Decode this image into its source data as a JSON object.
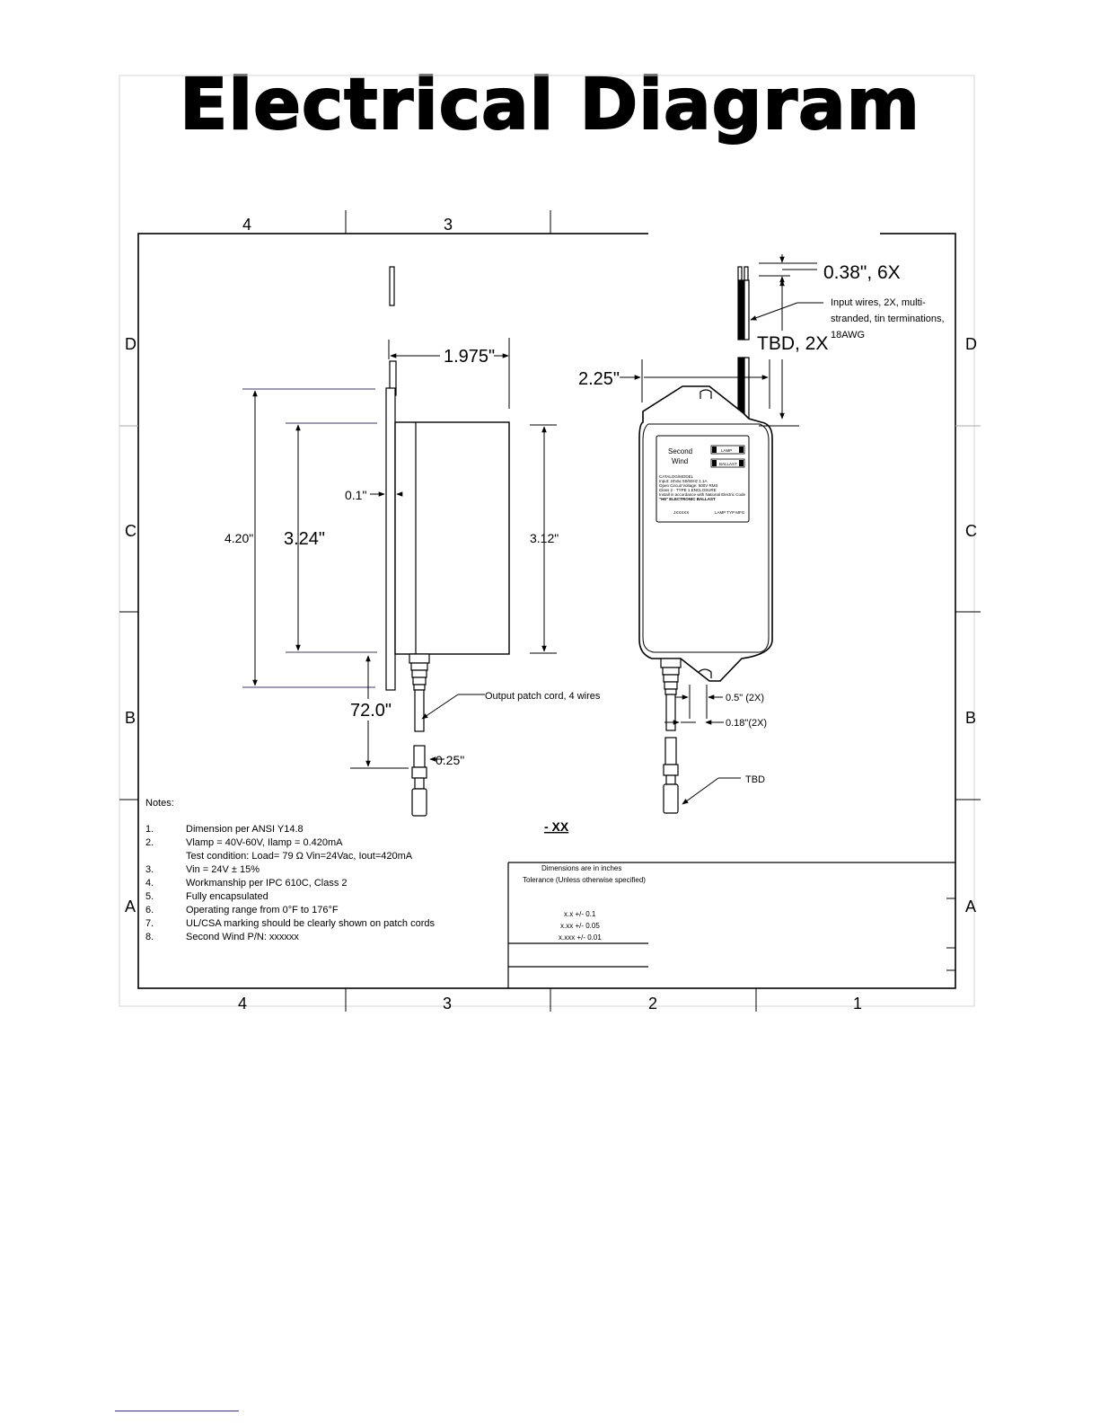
{
  "page": {
    "title": "Electrical Diagram"
  },
  "border": {
    "columns": [
      "4",
      "3",
      "2",
      "1"
    ],
    "rows": [
      "D",
      "C",
      "B",
      "A"
    ]
  },
  "side_view": {
    "dim_depth": "1.975\"",
    "dim_flange": "0.1\"",
    "dim_mount_height": "4.20\"",
    "dim_body_height": "3.24\"",
    "dim_right_height": "3.12\"",
    "dim_cord_length": "72.0\"",
    "dim_cord_dia": "0.25\"",
    "callout_output": "Output patch cord, 4 wires"
  },
  "front_view": {
    "dim_wire_spacing": "0.38\", 6X",
    "dim_lead_length": "TBD, 2X",
    "dim_lead_offset": "2.25\"",
    "callout_input": [
      "Input wires, 2X, multi-",
      "stranded, tin terminations,",
      "18AWG"
    ],
    "dim_slot_width": "0.5\" (2X)",
    "dim_slot_gap": "0.18\"(2X)",
    "callout_tbd": "TBD",
    "label": {
      "brand_line1": "Second",
      "brand_line2": "Wind",
      "lamp_tag": "LAMP",
      "ballast_tag": "BALLAST",
      "spec_lines": [
        "CATALOG/MODEL",
        "Input: 24Vac 50/60Hz 1.1A",
        "Open Circuit Voltage: 500V RMS",
        "Class 2 - TYPE 1 ENCLOSURE",
        "Install in accordance with National Electric Code",
        "\"H6\" ELECTRONIC BALLAST"
      ],
      "footer_left": "JXXXXX",
      "footer_right": "LAMP TYP  MFG"
    }
  },
  "notes": {
    "heading": "Notes:",
    "items": [
      {
        "num": "1.",
        "text": "Dimension per ANSI Y14.8"
      },
      {
        "num": "2.",
        "text": "Vlamp = 40V-60V, Ilamp = 0.420mA"
      },
      {
        "num": "",
        "text": "Test condition: Load= 79 Ω Vin=24Vac, Iout=420mA"
      },
      {
        "num": "3.",
        "text": "Vin = 24V ± 15%"
      },
      {
        "num": "4.",
        "text": "Workmanship per IPC 610C, Class 2"
      },
      {
        "num": "5.",
        "text": "Fully encapsulated"
      },
      {
        "num": "6.",
        "text": "Operating range from 0°F to 176°F"
      },
      {
        "num": "7.",
        "text": "UL/CSA marking should be clearly shown on patch cords"
      },
      {
        "num": "8.",
        "text": "Second Wind P/N:  xxxxxx"
      }
    ],
    "part_suffix": "- XX"
  },
  "title_block": {
    "line1": "Dimensions are in inches",
    "line2": "Tolerance (Unless otherwise specified)",
    "tol1": "x.x   +/- 0.1",
    "tol2": "x.xx   +/- 0.05",
    "tol3": "x.xxx   +/- 0.01"
  }
}
